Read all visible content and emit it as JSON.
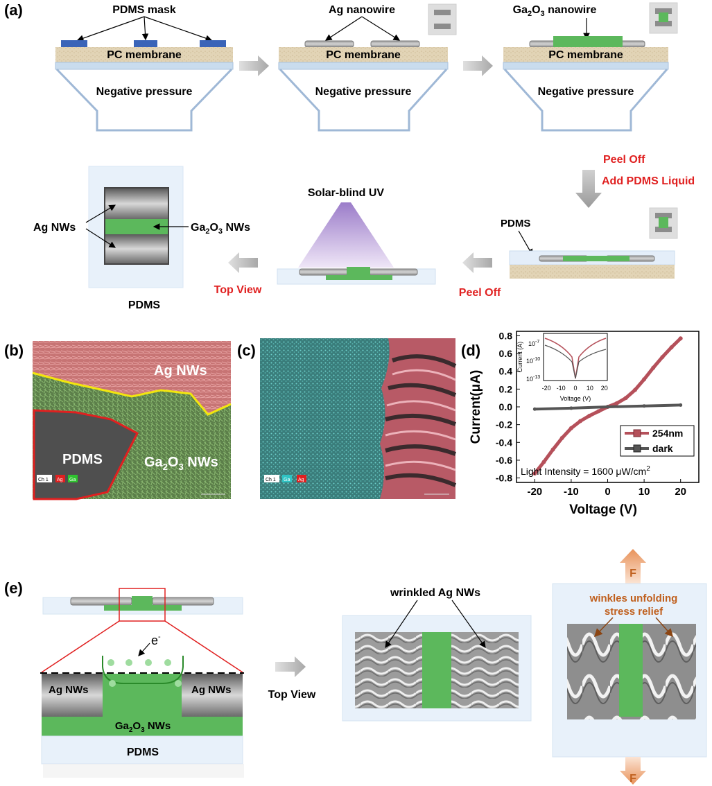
{
  "panels": {
    "a": "(a)",
    "b": "(b)",
    "c": "(c)",
    "d": "(d)",
    "e": "(e)"
  },
  "a": {
    "pdms_mask": "PDMS mask",
    "ag_nanowire": "Ag nanowire",
    "ga2o3_nanowire": "Ga",
    "ga2o3_sub1": "2",
    "ga2o3_mid": "O",
    "ga2o3_sub2": "3",
    "ga2o3_tail": " nanowire",
    "pc_membrane": "PC membrane",
    "negative_pressure": "Negative pressure",
    "peel_off_1": "Peel Off",
    "add_pdms": "Add PDMS Liquid",
    "pdms": "PDMS",
    "peel_off_2": "Peel Off",
    "solar_blind": "Solar-blind UV",
    "top_view": "Top View",
    "ag_nws": "Ag NWs",
    "ga2o3_nws": "Ga",
    "nws_sub1": "2",
    "nws_mid": "O",
    "nws_sub2": "3",
    "nws_tail": " NWs",
    "pdms_bottom": "PDMS"
  },
  "b": {
    "ag_nws": "Ag NWs",
    "pdms": "PDMS",
    "ga": "Ga",
    "sub1": "2",
    "o": "O",
    "sub2": "3",
    "tail": " NWs",
    "legend": [
      "Ch 1",
      "Ag",
      "Ga"
    ]
  },
  "c": {
    "legend": [
      "Ch 1",
      "Ga",
      "Ag"
    ]
  },
  "e": {
    "electron": "e",
    "electron_sup": "-",
    "ag_nws_left": "Ag NWs",
    "ag_nws_right": "Ag NWs",
    "ga": "Ga",
    "sub1": "2",
    "o": "O",
    "sub2": "3",
    "tail": " NWs",
    "pdms": "PDMS",
    "top_view": "Top View",
    "wrinkled": "wrinkled Ag NWs",
    "force_top": "F",
    "force_bottom": "F",
    "unfolding_1": "winkles unfolding",
    "unfolding_2": "stress relief"
  },
  "colors": {
    "green": "#5cb85c",
    "blue": "#3a64b8",
    "red": "#e02020",
    "ag_line": "#b5505a",
    "dark": "#555555",
    "orange": "#d2691e"
  },
  "chart_data": {
    "type": "line",
    "title": "",
    "xlabel": "Voltage (V)",
    "ylabel": "Current(μA)",
    "xlim": [
      -25,
      25
    ],
    "ylim": [
      -0.85,
      0.85
    ],
    "xticks": [
      "-20",
      "-10",
      "0",
      "10",
      "20"
    ],
    "yticks": [
      "0.8",
      "0.6",
      "0.4",
      "0.2",
      "0.0",
      "-0.2",
      "-0.4",
      "-0.6",
      "-0.8"
    ],
    "series": [
      {
        "name": "254nm",
        "color": "#b5505a",
        "x": [
          -20,
          -17.5,
          -15,
          -12.5,
          -10,
          -7.5,
          -5,
          -2.5,
          0,
          2.5,
          5,
          7.5,
          10,
          12.5,
          15,
          17.5,
          20
        ],
        "y": [
          -0.75,
          -0.62,
          -0.48,
          -0.35,
          -0.24,
          -0.16,
          -0.1,
          -0.05,
          0.0,
          0.04,
          0.1,
          0.19,
          0.31,
          0.44,
          0.56,
          0.67,
          0.77
        ]
      },
      {
        "name": "dark",
        "color": "#555555",
        "x": [
          -20,
          -10,
          0,
          10,
          20
        ],
        "y": [
          -0.025,
          -0.015,
          0.0,
          0.01,
          0.02
        ]
      }
    ],
    "annotation": "Light Intensity = 1600 μW/cm",
    "annotation_sup": "2",
    "legend": "bottom-right",
    "inset": {
      "type": "line",
      "xlabel": "Voltage (V)",
      "ylabel": "Current (A)",
      "scale": "log",
      "xticks": [
        "-20",
        "-10",
        "0",
        "10",
        "20"
      ],
      "yticks_base": [
        "10",
        "10",
        "10"
      ],
      "yticks_exp": [
        "-7",
        "-10",
        "-13"
      ]
    }
  }
}
